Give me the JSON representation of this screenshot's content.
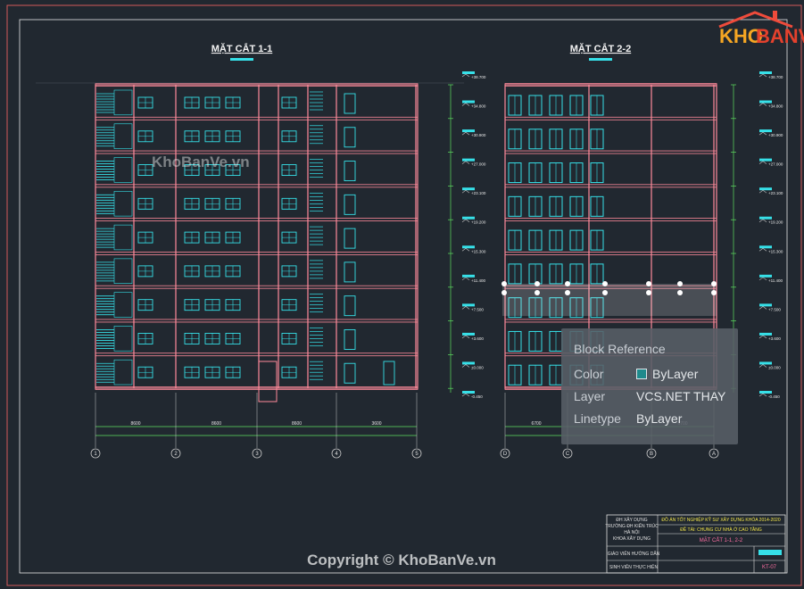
{
  "logo": {
    "text_a": "KHO",
    "text_b": "BANVE"
  },
  "watermark": {
    "inline": "KhoBanVe.vn",
    "copyright": "Copyright © KhoBanVe.vn"
  },
  "section_left": {
    "title": "MẶT CẮT 1-1"
  },
  "section_right": {
    "title": "MẶT CẮT 2-2"
  },
  "axes_left": [
    "1",
    "2",
    "3",
    "4",
    "5"
  ],
  "axes_right": [
    "D",
    "C",
    "B",
    "A"
  ],
  "spans_left": [
    "8600",
    "8600",
    "8600",
    "3600"
  ],
  "spans_right": [
    "6700",
    "",
    "6700"
  ],
  "level_marks": [
    "+38.700",
    "+34.800",
    "+30.900",
    "+27.000",
    "+23.100",
    "+19.200",
    "+15.300",
    "+11.400",
    "+7.500",
    "+3.600",
    "±0.000",
    "-0.450"
  ],
  "tooltip": {
    "header": "Block Reference",
    "rows": [
      {
        "key": "Color",
        "value": "ByLayer"
      },
      {
        "key": "Layer",
        "value": "VCS.NET THAY"
      },
      {
        "key": "Linetype",
        "value": "ByLayer"
      }
    ]
  },
  "title_block": {
    "org1": "ĐH XÂY DỰNG",
    "org2": "TRƯỜNG ĐH KIẾN TRÚC",
    "org3": "HÀ NỘI",
    "org4": "KHOA XÂY DỰNG",
    "project": "ĐỒ ÁN TỐT NGHIỆP KỸ SƯ XÂY DỰNG KHÓA 2014-2020",
    "subject": "ĐỀ TÀI: CHUNG CƯ NHÀ Ở CAO TẦNG",
    "drawing": "MẶT CẮT 1-1, 2-2",
    "instructor_label": "GIÁO VIÊN HƯỚNG DẪN",
    "student_label": "SINH VIÊN THỰC HIỆN",
    "sheet": "KT-07"
  },
  "colors": {
    "background": "#212830",
    "wall": "#ff8a9a",
    "window": "#36e0e8",
    "grid": "#c8c8c8",
    "dim": "#5fe060",
    "accent": "#ef4b3b"
  }
}
